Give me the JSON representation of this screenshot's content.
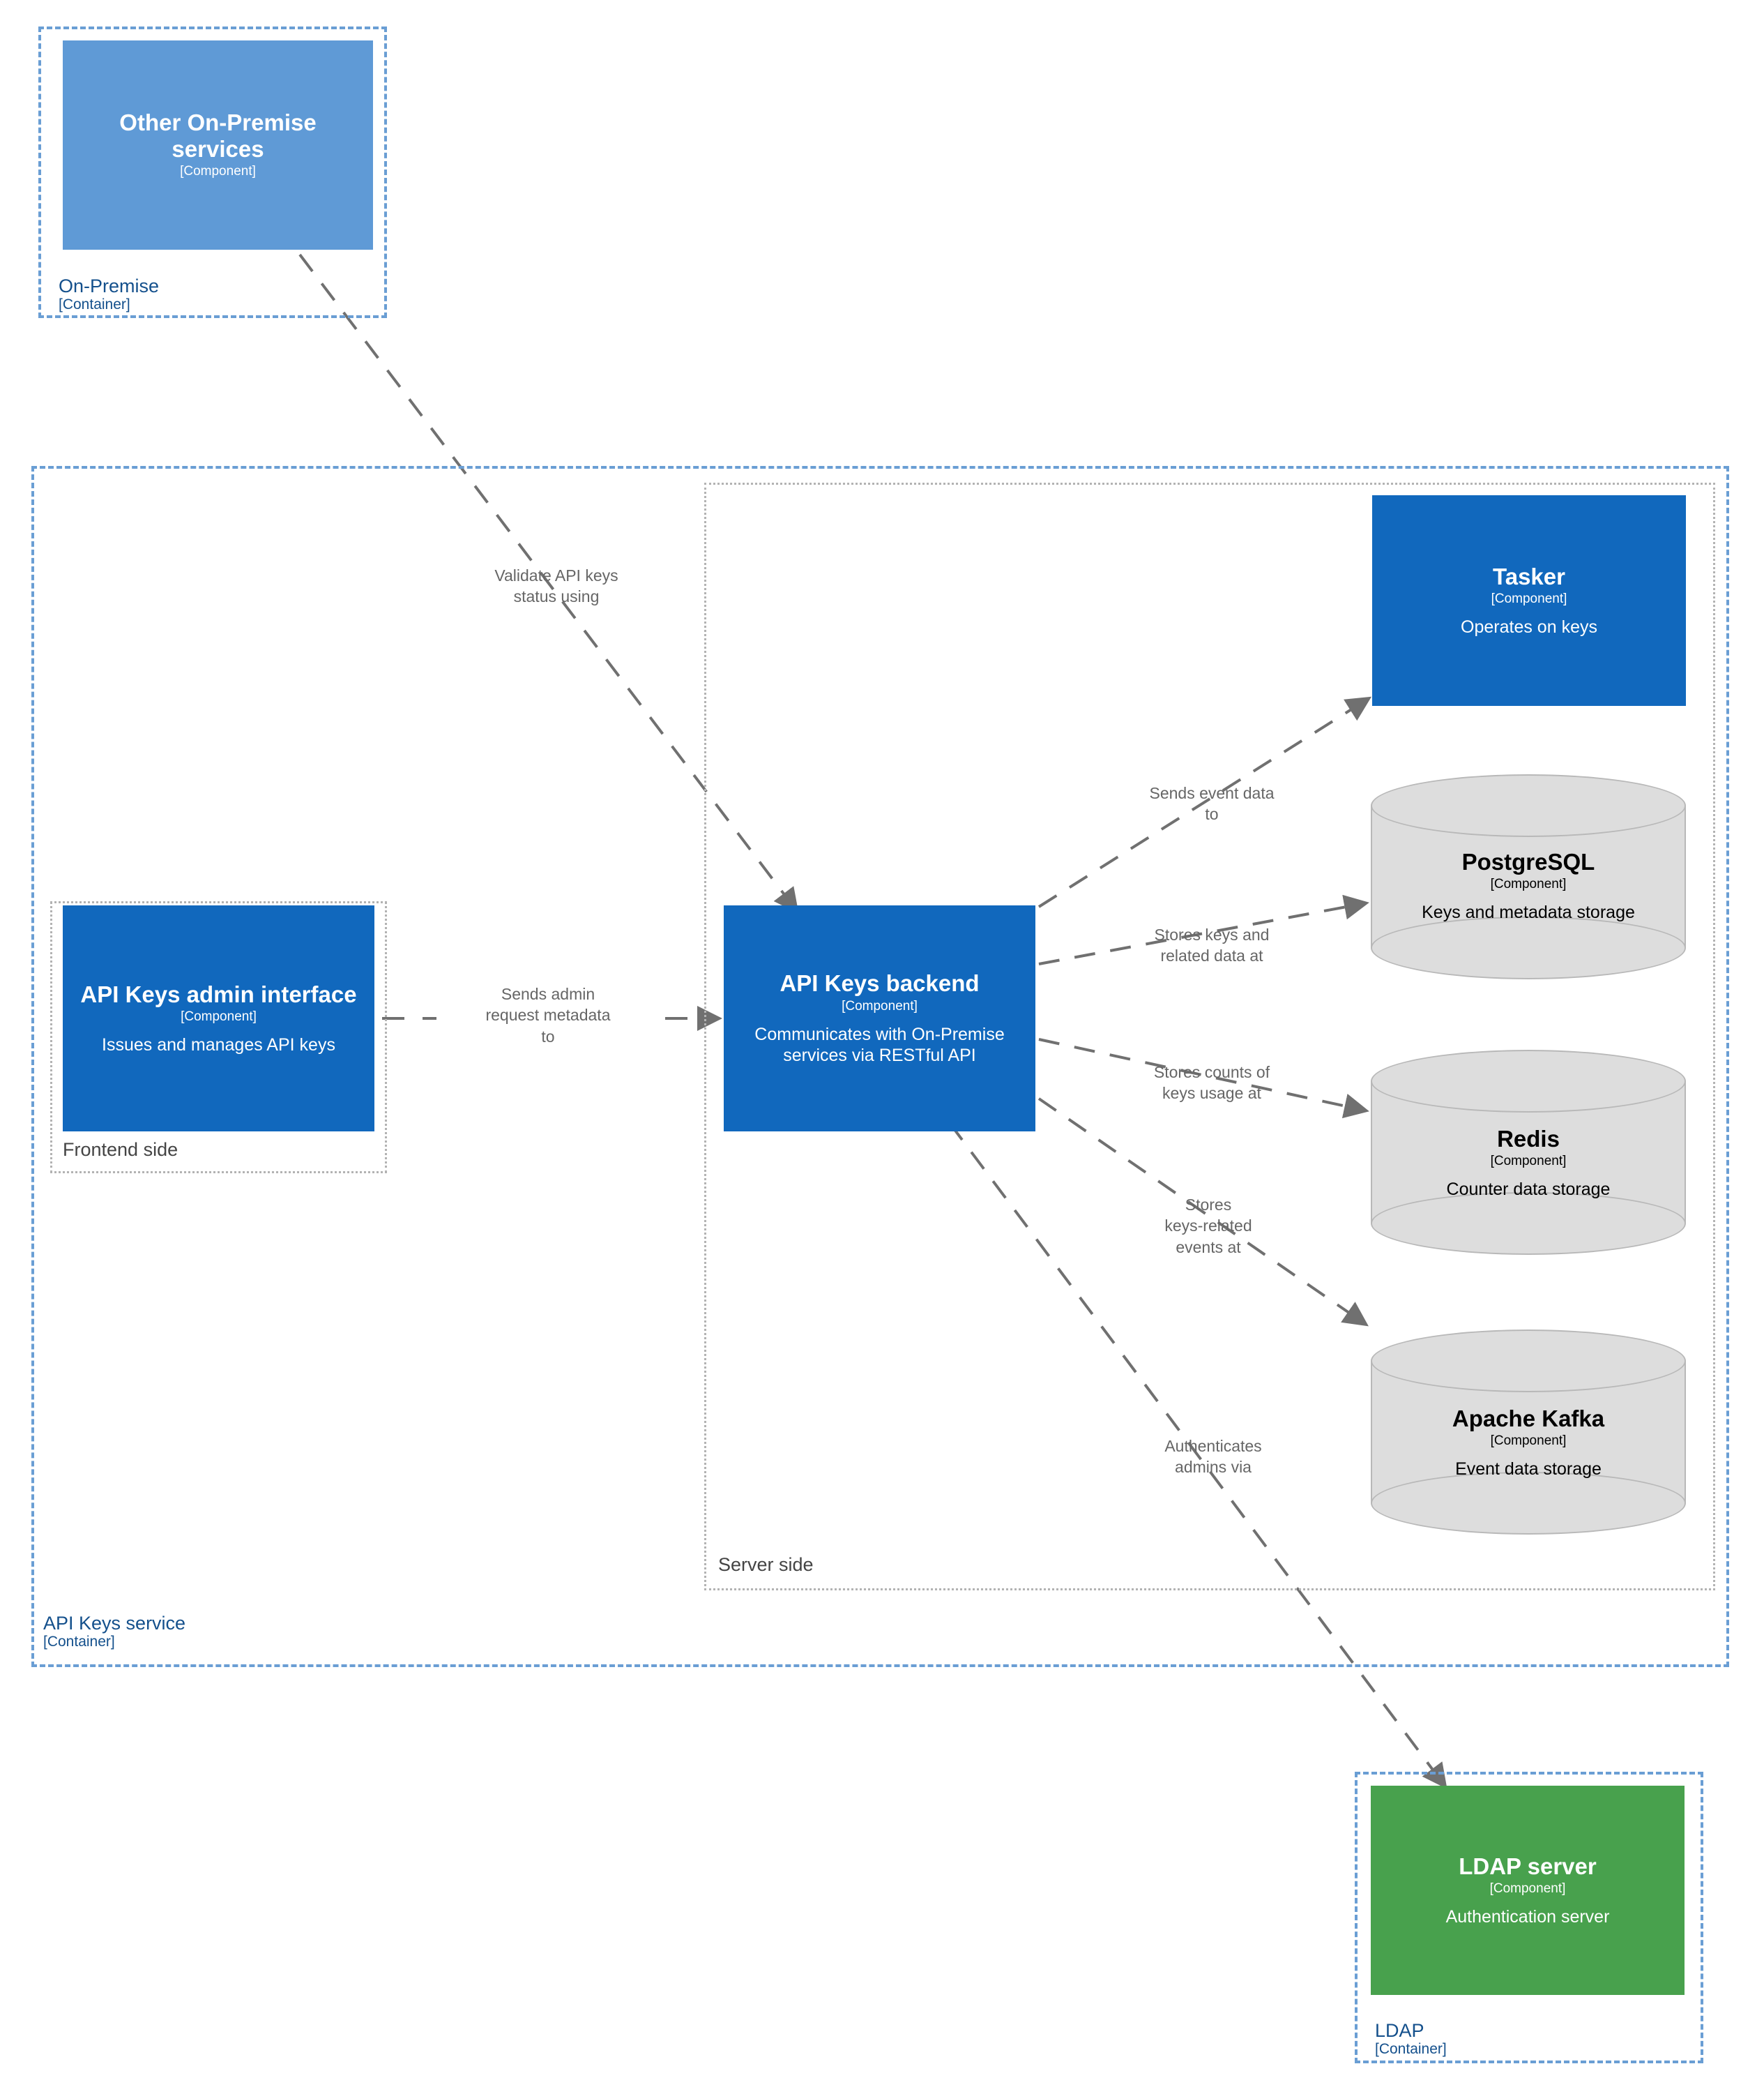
{
  "diagram": {
    "title": "API Keys service C4 component diagram",
    "colors": {
      "component_blue": "#1168bd",
      "external_blue": "#5f9ad6",
      "auth_green": "#48a14d",
      "database_grey": "#dddddd",
      "boundary_blue": "#6a9ed4",
      "boundary_grey": "#b3b3b3",
      "edge_grey": "#707070",
      "label_blue": "#14508c"
    }
  },
  "boundaries": [
    {
      "id": "on-premise",
      "name": "On-Premise",
      "type": "[Container]",
      "style": "container"
    },
    {
      "id": "api-keys-service",
      "name": "API Keys service",
      "type": "[Container]",
      "style": "container"
    },
    {
      "id": "ldap",
      "name": "LDAP",
      "type": "[Container]",
      "style": "container"
    },
    {
      "id": "frontend-side",
      "name": "Frontend side",
      "type": "",
      "style": "group"
    },
    {
      "id": "server-side",
      "name": "Server side",
      "type": "",
      "style": "group"
    }
  ],
  "nodes": [
    {
      "id": "other-on-premise-services",
      "title": "Other On-Premise services",
      "type": "[Component]",
      "desc": "",
      "shape": "box",
      "color": "lightblue"
    },
    {
      "id": "api-keys-admin-interface",
      "title": "API Keys admin interface",
      "type": "[Component]",
      "desc": "Issues and manages API keys",
      "shape": "box",
      "color": "blue"
    },
    {
      "id": "api-keys-backend",
      "title": "API Keys backend",
      "type": "[Component]",
      "desc": "Communicates with On-Premise services via RESTful API",
      "shape": "box",
      "color": "blue"
    },
    {
      "id": "tasker",
      "title": "Tasker",
      "type": "[Component]",
      "desc": "Operates on keys",
      "shape": "box",
      "color": "blue"
    },
    {
      "id": "postgresql",
      "title": "PostgreSQL",
      "type": "[Component]",
      "desc": "Keys and metadata storage",
      "shape": "cylinder",
      "color": "grey"
    },
    {
      "id": "redis",
      "title": "Redis",
      "type": "[Component]",
      "desc": "Counter data storage",
      "shape": "cylinder",
      "color": "grey"
    },
    {
      "id": "apache-kafka",
      "title": "Apache Kafka",
      "type": "[Component]",
      "desc": "Event data storage",
      "shape": "cylinder",
      "color": "grey"
    },
    {
      "id": "ldap-server",
      "title": "LDAP server",
      "type": "[Component]",
      "desc": "Authentication server",
      "shape": "box",
      "color": "green"
    }
  ],
  "edges": [
    {
      "id": "validate-api-keys",
      "from": "other-on-premise-services",
      "to": "api-keys-backend",
      "label": "Validate API keys\nstatus using"
    },
    {
      "id": "sends-admin-request-metadata",
      "from": "api-keys-admin-interface",
      "to": "api-keys-backend",
      "label": "Sends admin\nrequest metadata\nto"
    },
    {
      "id": "sends-event-data",
      "from": "api-keys-backend",
      "to": "tasker",
      "label": "Sends event data\nto"
    },
    {
      "id": "stores-keys-and-related-data",
      "from": "api-keys-backend",
      "to": "postgresql",
      "label": "Stores keys and\nrelated data at"
    },
    {
      "id": "stores-counts-of-keys-usage",
      "from": "api-keys-backend",
      "to": "redis",
      "label": "Stores counts of\nkeys usage at"
    },
    {
      "id": "stores-keys-related-events",
      "from": "api-keys-backend",
      "to": "apache-kafka",
      "label": "Stores\nkeys-related\nevents at"
    },
    {
      "id": "authenticates-admins",
      "from": "api-keys-backend",
      "to": "ldap-server",
      "label": "Authenticates\nadmins via"
    }
  ]
}
